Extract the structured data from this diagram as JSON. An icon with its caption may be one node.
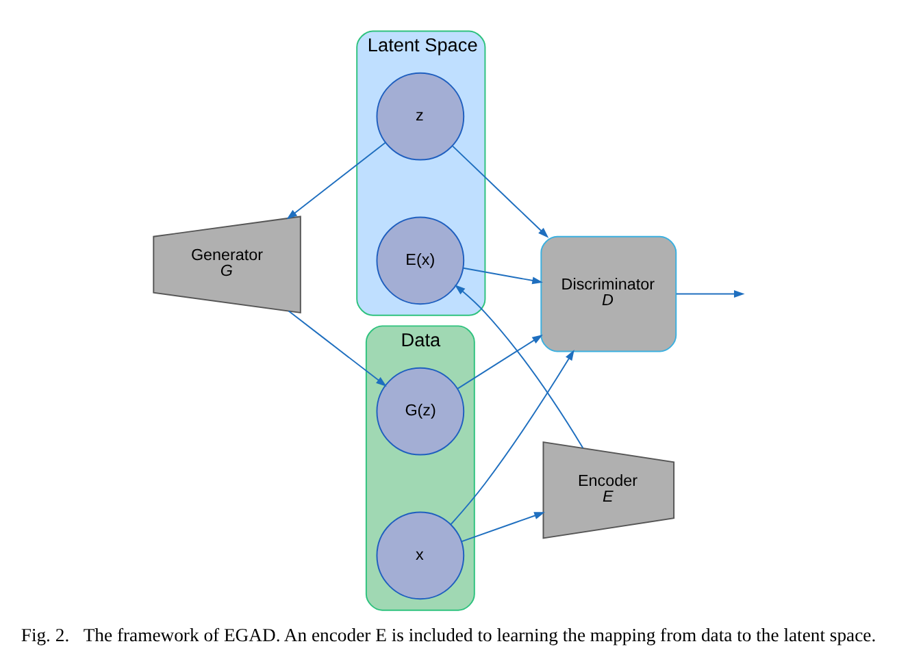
{
  "diagram": {
    "caption": "Fig. 2.   The framework of EGAD. An encoder E is included to learning the mapping from data to the latent space.",
    "nodes": [
      {
        "text": [
          "Latent Space"
        ]
      },
      {
        "text": [
          "E(x)"
        ],
        "in": 0
      },
      {
        "text": [
          "z"
        ],
        "in": 0
      },
      {
        "text": [
          "Encoder",
          "E"
        ]
      },
      {
        "text": [
          "Generator",
          "G"
        ]
      },
      {
        "text": [
          "Data"
        ]
      },
      {
        "text": [
          "x"
        ],
        "in": 5
      },
      {
        "text": [
          "G(z)"
        ],
        "in": 5
      },
      {
        "text": [
          "Discriminator",
          "D"
        ]
      }
    ],
    "edges": [
      {
        "from": 6,
        "to": 3,
        "arrow": "to"
      },
      {
        "from": 3,
        "to": 1,
        "arrow": "to"
      },
      {
        "from": 2,
        "to": 4,
        "arrow": "to"
      },
      {
        "from": 4,
        "to": 7,
        "arrow": "to"
      },
      {
        "from": 1,
        "to": 8,
        "arrow": "to"
      },
      {
        "from": 6,
        "to": 8,
        "arrow": "to"
      },
      {
        "from": 2,
        "to": 8,
        "arrow": "to"
      },
      {
        "from": 7,
        "to": 8,
        "arrow": "to"
      },
      {
        "from": 8,
        "to": null,
        "arrow": "to"
      }
    ]
  }
}
